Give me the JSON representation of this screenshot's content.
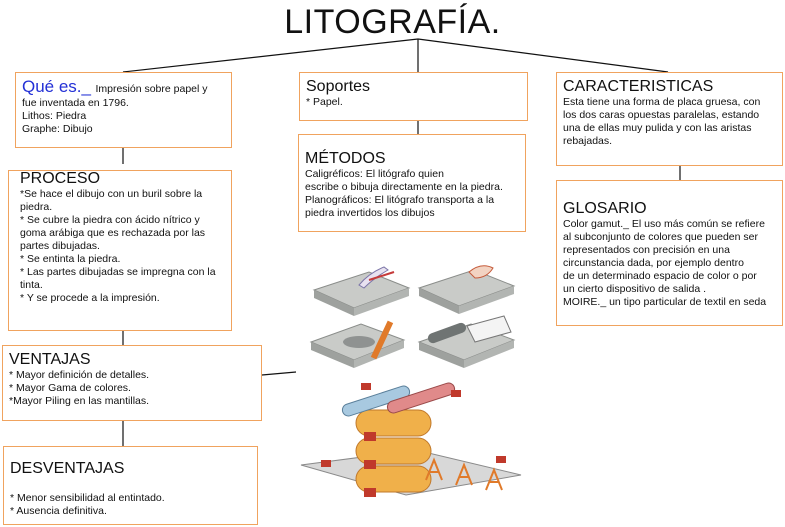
{
  "title": "LITOGRAFÍA.",
  "que_es": {
    "heading": "Qué es._",
    "intro": "Impresión sobre papel y",
    "body": "fue inventada en 1796.\nLithos: Piedra\nGraphe: Dibujo"
  },
  "soportes": {
    "heading": "Soportes",
    "body": "* Papel."
  },
  "caracteristicas": {
    "heading": "CARACTERISTICAS",
    "body": "Esta tiene una forma de placa gruesa, con\nlos dos caras opuestas paralelas, estando\nuna de ellas muy pulida y con las aristas\nrebajadas."
  },
  "proceso": {
    "heading": "PROCESO",
    "body": "*Se hace el dibujo con un buril sobre la\npiedra.\n* Se cubre la piedra con ácido nítrico y\ngoma arábiga que es rechazada por las\npartes dibujadas.\n* Se entinta la piedra.\n* Las partes dibujadas se impregna con la\ntinta.\n* Y se procede a la impresión."
  },
  "metodos": {
    "heading": "MÉTODOS",
    "body": "Caligréficos: El litógrafo quien\nescribe o bibuja directamente en la piedra.\nPlanográficos: El litógrafo transporta a la\npiedra invertidos los dibujos"
  },
  "glosario": {
    "heading": "GLOSARIO",
    "body": "Color gamut._  El uso más común se refiere\n al subconjunto de colores que pueden ser\nrepresentados con precisión en una\ncircunstancia dada, por ejemplo dentro\nde un determinado espacio de color o por\n un cierto dispositivo de salida .\nMOIRE._ un tipo particular de textil en seda"
  },
  "ventajas": {
    "heading": "VENTAJAS",
    "body": "* Mayor definición de detalles.\n* Mayor Gama de colores.\n*Mayor Piling en las mantillas."
  },
  "desventajas": {
    "heading": "DESVENTAJAS",
    "body": "* Menor sensibilidad al entintado.\n* Ausencia definitiva."
  },
  "colors": {
    "border": "#f0a35e",
    "accent_blue": "#2330d6"
  }
}
